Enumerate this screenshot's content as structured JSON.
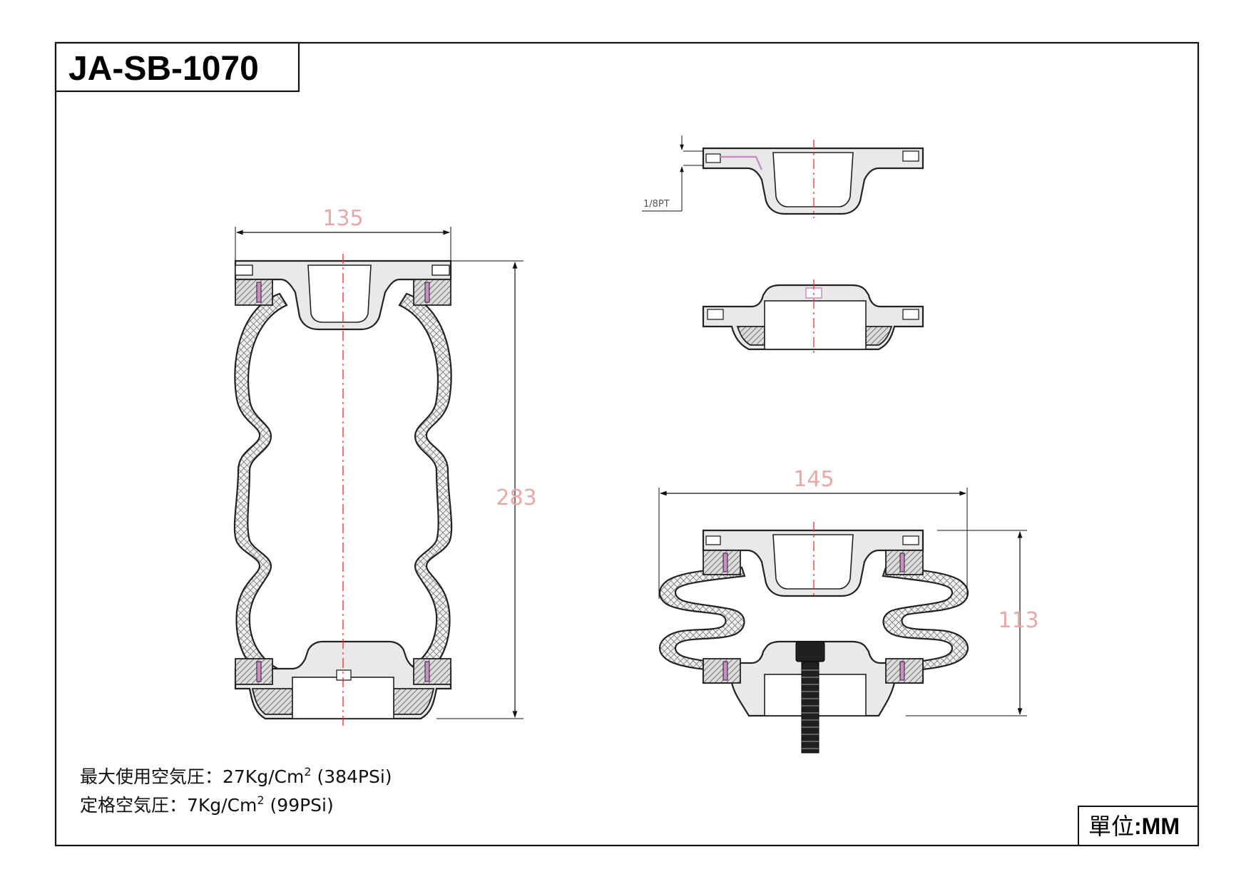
{
  "title": "JA-SB-1070",
  "units": {
    "prefix": "單位",
    "value": ":MM"
  },
  "specs": [
    {
      "label": "最大使用空気圧：27Kg/Cm",
      "sup": "2",
      "suffix": " (384PSi)"
    },
    {
      "label": "定格空気圧：7Kg/Cm",
      "sup": "2",
      "suffix": " (99PSi)"
    }
  ],
  "dimensions": {
    "width_main": "135",
    "height_main": "283",
    "width_compressed": "145",
    "height_compressed": "113",
    "thread_port": "1/8PT"
  },
  "colors": {
    "dimension_text": "#e8a8a8",
    "centerline": "#e0303a",
    "seat_accent": "#c98fc4",
    "line": "#222222"
  }
}
